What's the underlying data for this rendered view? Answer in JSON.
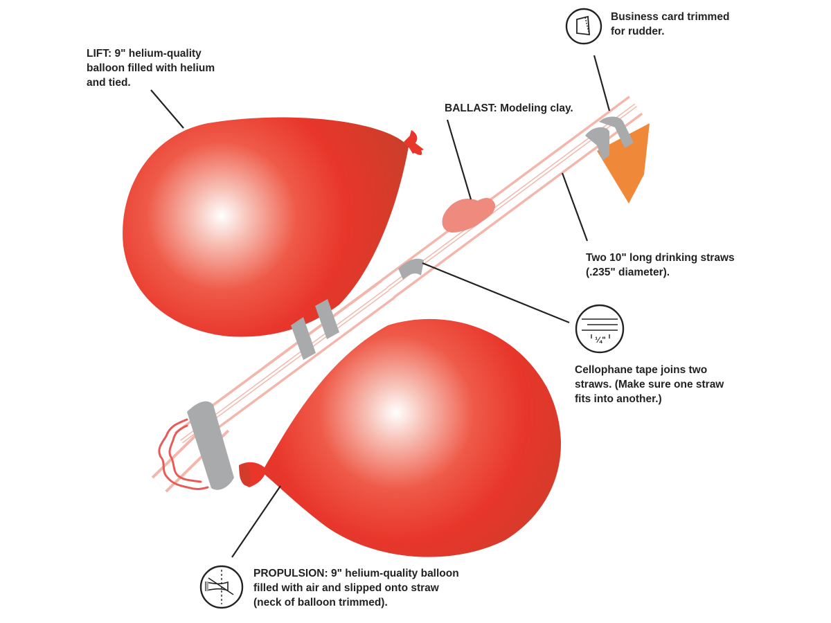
{
  "colors": {
    "balloon": "#e8362b",
    "balloon_dark": "#b52a20",
    "straw_stripe": "#f4b6aa",
    "tape": "#a9aaac",
    "clay": "#ee8a7e",
    "rudder": "#f0883a",
    "ink": "#222222"
  },
  "labels": {
    "lift": [
      "LIFT: 9\" helium-quality",
      "balloon filled with helium",
      "and tied."
    ],
    "business_card": [
      "Business card trimmed",
      "for rudder."
    ],
    "ballast": [
      "BALLAST: Modeling clay."
    ],
    "straws": [
      "Two 10\" long drinking straws",
      "(.235\" diameter)."
    ],
    "tape": [
      "Cellophane tape joins two",
      "straws. (Make sure one straw",
      "fits into another.)"
    ],
    "propulsion": [
      "PROPULSION: 9\" helium-quality balloon",
      "filled with air and slipped onto straw",
      "(neck of balloon trimmed)."
    ]
  },
  "icons": {
    "tape_overlap_label": "¼\""
  }
}
